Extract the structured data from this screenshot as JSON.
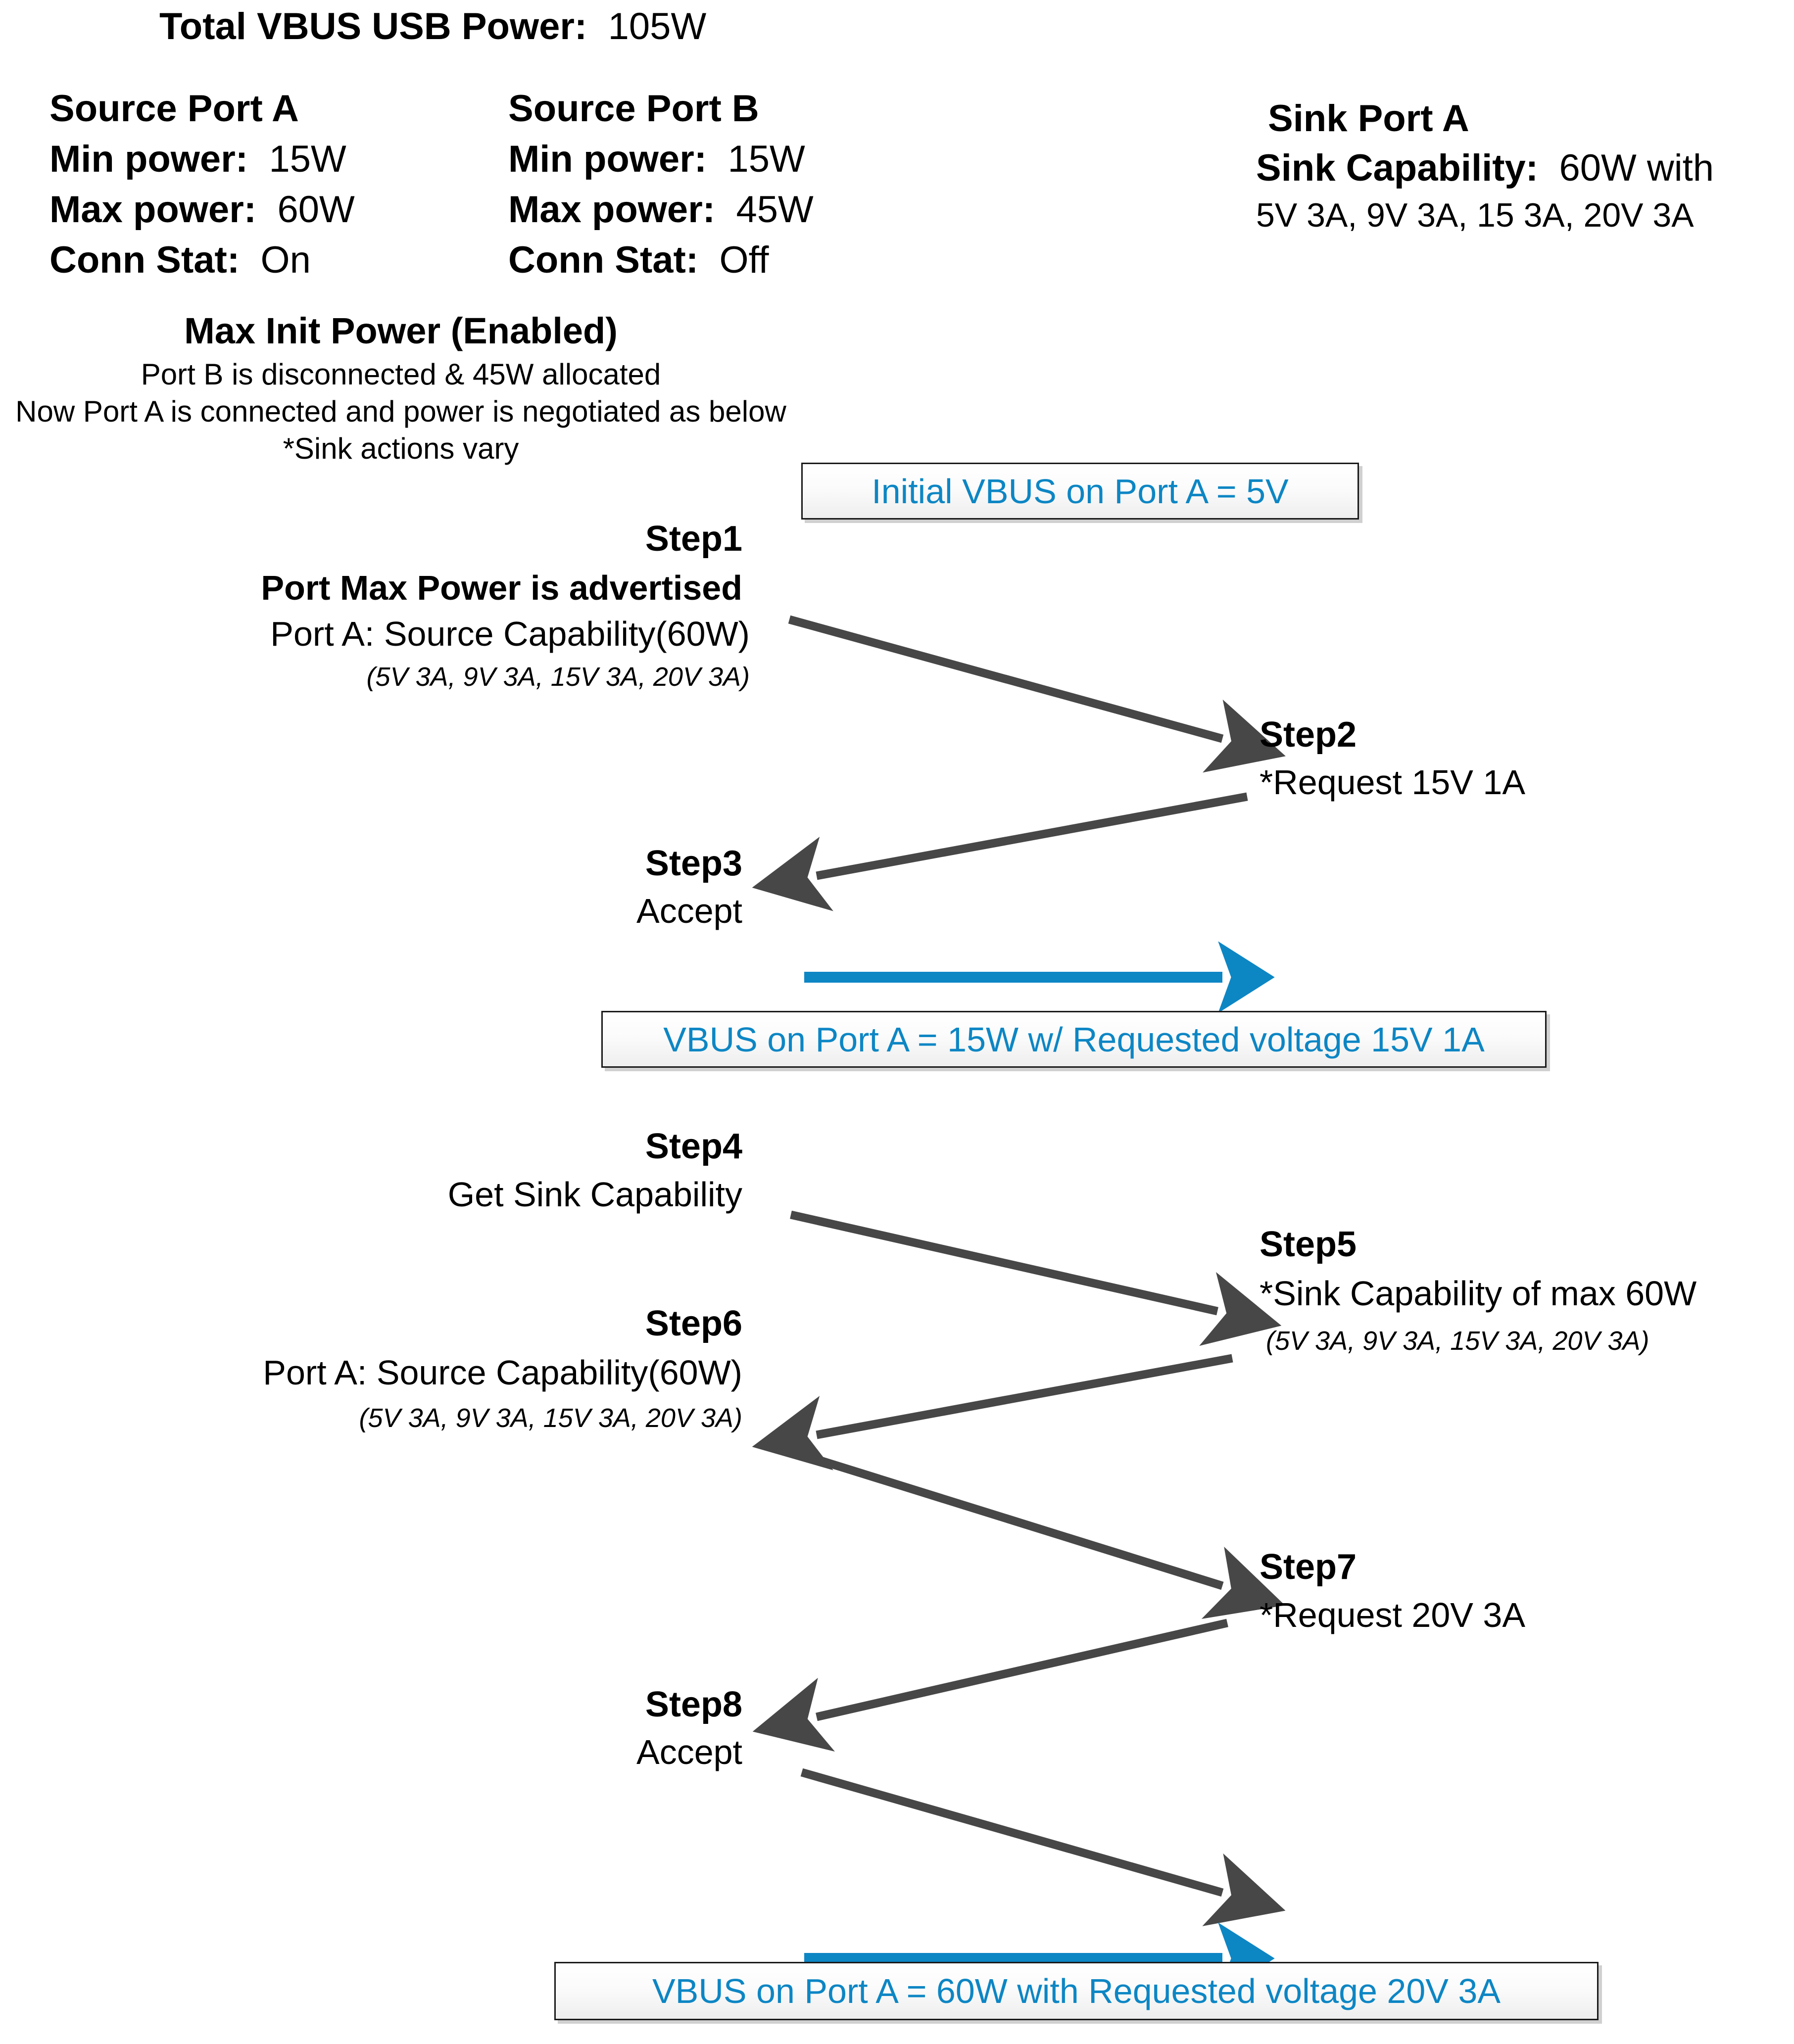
{
  "colors": {
    "accent_blue": "#0d86c4",
    "arrow_gray": "#474747",
    "text_black": "#000000",
    "callout_border": "#1a1a1a"
  },
  "header": {
    "total_power_label": "Total VBUS USB Power:",
    "total_power_value": "105W",
    "source_port_a": {
      "title": "Source Port A",
      "min_power_label": "Min power:",
      "min_power_value": "15W",
      "max_power_label": "Max power:",
      "max_power_value": "60W",
      "conn_stat_label": "Conn Stat:",
      "conn_stat_value": "On"
    },
    "source_port_b": {
      "title": "Source Port B",
      "min_power_label": "Min power:",
      "min_power_value": "15W",
      "max_power_label": "Max power:",
      "max_power_value": "45W",
      "conn_stat_label": "Conn Stat:",
      "conn_stat_value": "Off"
    },
    "sink_port_a": {
      "title": "Sink Port A",
      "capability_label": "Sink Capability:",
      "capability_value": "60W with",
      "capability_detail": "5V 3A, 9V 3A, 15 3A, 20V 3A"
    }
  },
  "max_init_power": {
    "title": "Max Init Power (Enabled)",
    "line1": "Port B is disconnected & 45W allocated",
    "line2": "Now Port A is connected and power is negotiated as below",
    "line3": "*Sink actions vary"
  },
  "callouts": {
    "initial_vbus": "Initial VBUS on Port A = 5V",
    "vbus_15w": "VBUS on Port A = 15W w/ Requested voltage 15V 1A",
    "vbus_60w": "VBUS on Port A = 60W with Requested voltage 20V 3A"
  },
  "steps": {
    "step1": {
      "label": "Step1",
      "heading": "Port Max Power is advertised",
      "text": "Port A: Source Capability(60W)",
      "note": "(5V 3A, 9V 3A, 15V 3A, 20V 3A)"
    },
    "step2": {
      "label": "Step2",
      "text": "*Request 15V 1A"
    },
    "step3": {
      "label": "Step3",
      "text": "Accept"
    },
    "step4": {
      "label": "Step4",
      "text": "Get Sink Capability"
    },
    "step5": {
      "label": "Step5",
      "text": "*Sink Capability of max 60W",
      "note": "(5V 3A, 9V 3A, 15V 3A, 20V 3A)"
    },
    "step6": {
      "label": "Step6",
      "text": "Port A: Source Capability(60W)",
      "note": "(5V 3A, 9V 3A, 15V 3A, 20V 3A)"
    },
    "step7": {
      "label": "Step7",
      "text": "*Request 20V 3A"
    },
    "step8": {
      "label": "Step8",
      "text": "Accept"
    }
  }
}
